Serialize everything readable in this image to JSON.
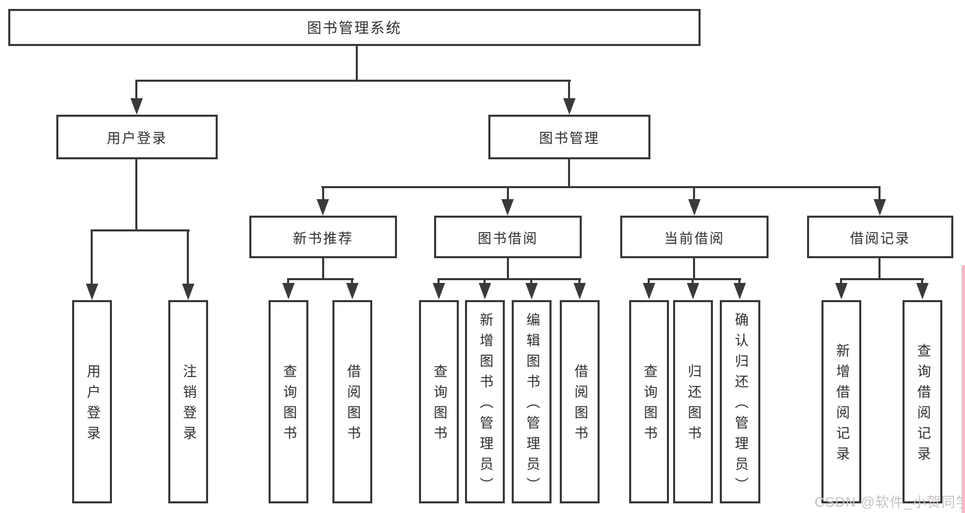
{
  "title": "图书管理系统",
  "tree": {
    "root": {
      "label": "图书管理系统"
    },
    "level2": [
      {
        "label": "用户登录"
      },
      {
        "label": "图书管理"
      }
    ],
    "level3": [
      {
        "label": "新书推荐",
        "parent": "图书管理"
      },
      {
        "label": "图书借阅",
        "parent": "图书管理"
      },
      {
        "label": "当前借阅",
        "parent": "图书管理"
      },
      {
        "label": "借阅记录",
        "parent": "图书管理"
      }
    ],
    "leaves": [
      {
        "label": "用户登录",
        "parent": "用户登录"
      },
      {
        "label": "注销登录",
        "parent": "用户登录"
      },
      {
        "label": "查询图书",
        "parent": "新书推荐"
      },
      {
        "label": "借阅图书",
        "parent": "新书推荐"
      },
      {
        "label": "查询图书",
        "parent": "图书借阅"
      },
      {
        "label": "新增图书（管理员）",
        "parent": "图书借阅"
      },
      {
        "label": "编辑图书（管理员）",
        "parent": "图书借阅"
      },
      {
        "label": "借阅图书",
        "parent": "图书借阅"
      },
      {
        "label": "查询图书",
        "parent": "当前借阅"
      },
      {
        "label": "归还图书",
        "parent": "当前借阅"
      },
      {
        "label": "确认归还（管理员）",
        "parent": "当前借阅"
      },
      {
        "label": "新增借阅记录",
        "parent": "借阅记录"
      },
      {
        "label": "查询借阅记录",
        "parent": "借阅记录"
      }
    ]
  },
  "watermark": {
    "text": "CSDN @软件_小贺同学",
    "color": "#c7c1c3"
  },
  "colors": {
    "line": "#3a3a3c",
    "text": "#2d2d2f",
    "background": "#ffffff",
    "edge_strip": "#f3bcc3"
  }
}
